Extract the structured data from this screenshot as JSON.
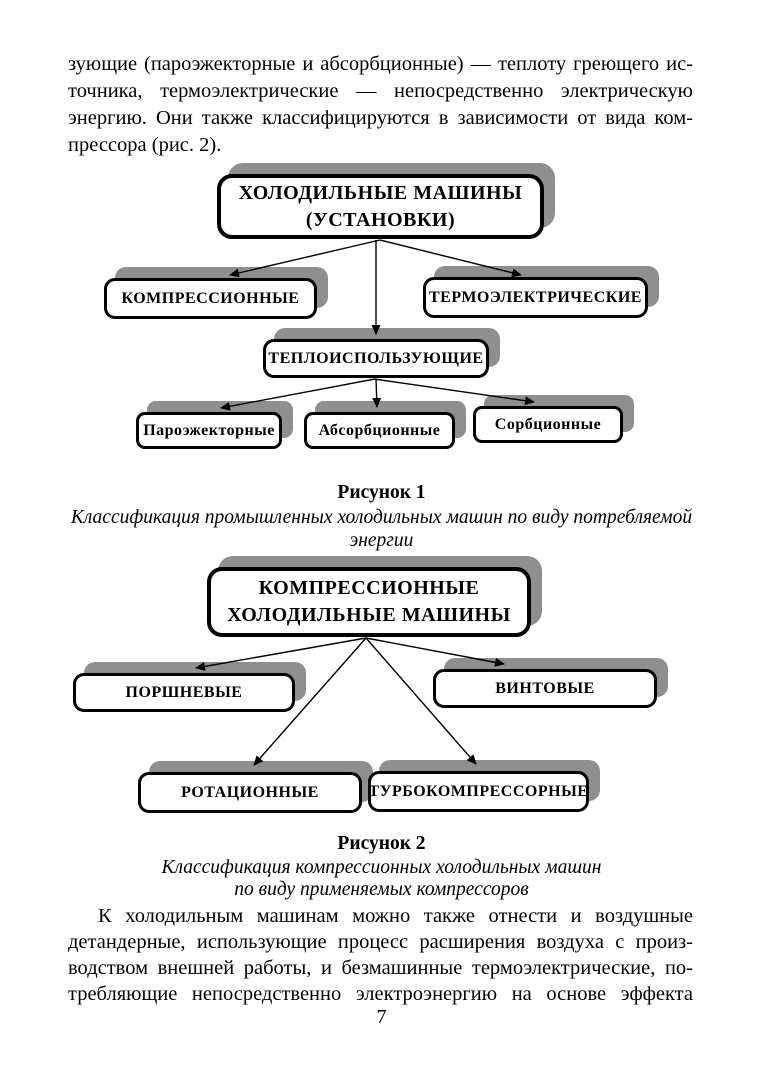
{
  "colors": {
    "shadow": "#8f8f8f",
    "ink": "#000000",
    "paper": "#ffffff"
  },
  "page_number": "7",
  "paragraph_top": {
    "lines": [
      "зующие (пароэжекторные и абсорбционные) — теплоту греющего ис-",
      "точника, термоэлектрические — непосредственно электрическую",
      "энергию. Они также классифицируются в зависимости от вида ком-",
      "прессора (рис. 2)."
    ]
  },
  "figure1": {
    "caption_title": "Рисунок 1",
    "caption_lines": [
      "Классификация промышленных холодильных машин по виду потребляемой",
      "энергии"
    ],
    "nodes": {
      "root": "ХОЛОДИЛЬНЫЕ МАШИНЫ\n(УСТАНОВКИ)",
      "compression": "КОМПРЕССИОННЫЕ",
      "thermoelectric": "ТЕРМОЭЛЕКТРИЧЕСКИЕ",
      "heat_using": "ТЕПЛОИСПОЛЬЗУЮЩИЕ",
      "steam_ejector": "Пароэжекторные",
      "absorption": "Абсорбционные",
      "sorption": "Сорбционные"
    }
  },
  "figure2": {
    "caption_title": "Рисунок 2",
    "caption_lines": [
      "Классификация компрессионных холодильных машин",
      "по виду применяемых компрессоров"
    ],
    "nodes": {
      "root": "КОМПРЕССИОННЫЕ\nХОЛОДИЛЬНЫЕ МАШИНЫ",
      "piston": "ПОРШНЕВЫЕ",
      "screw": "ВИНТОВЫЕ",
      "rotary": "РОТАЦИОННЫЕ",
      "turbocompressor": "ТУРБОКОМПРЕССОРНЫЕ"
    }
  },
  "paragraph_bottom": {
    "lines": [
      "К холодильным машинам можно также отнести и воздушные",
      "детандерные, использующие процесс расширения воздуха с произ-",
      "водством внешней работы, и безмашинные термоэлектрические, по-",
      "требляющие непосредственно электроэнергию на основе эффекта"
    ]
  }
}
